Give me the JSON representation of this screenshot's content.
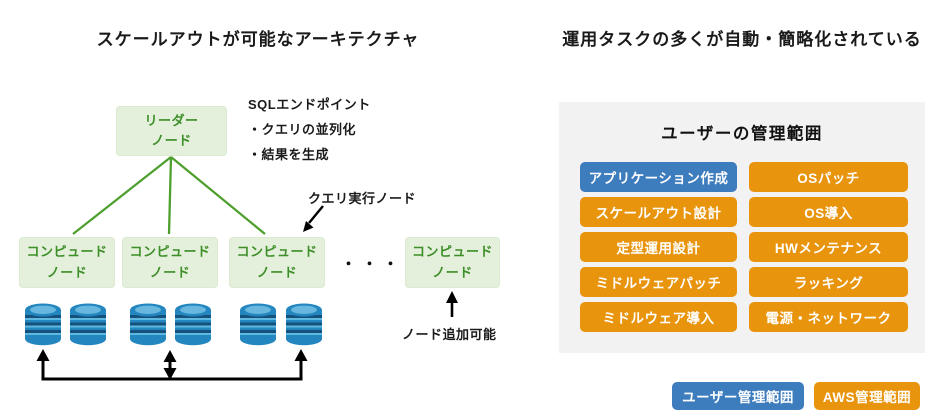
{
  "left": {
    "title": "スケールアウトが可能なアーキテクチャ",
    "leader_node_label": "リーダー\nノード",
    "endpoint_info": {
      "line1": "SQLエンドポイント",
      "line2": "・クエリの並列化",
      "line3": "・結果を生成"
    },
    "query_exec_label": "クエリ実行ノード",
    "compute_nodes": [
      {
        "label": "コンピュード\nノード"
      },
      {
        "label": "コンピュード\nノード"
      },
      {
        "label": "コンピュード\nノード"
      },
      {
        "label": "コンピュード\nノード"
      }
    ],
    "ellipsis": "・・・",
    "node_add_label": "ノード追加可能"
  },
  "right": {
    "title": "運用タスクの多くが自動・簡略化されている",
    "panel_heading": "ユーザーの管理範囲",
    "tasks": [
      {
        "label": "アプリケーション作成",
        "owner": "user"
      },
      {
        "label": "OSパッチ",
        "owner": "aws"
      },
      {
        "label": "スケールアウト設計",
        "owner": "aws"
      },
      {
        "label": "OS導入",
        "owner": "aws"
      },
      {
        "label": "定型運用設計",
        "owner": "aws"
      },
      {
        "label": "HWメンテナンス",
        "owner": "aws"
      },
      {
        "label": "ミドルウェアパッチ",
        "owner": "aws"
      },
      {
        "label": "ラッキング",
        "owner": "aws"
      },
      {
        "label": "ミドルウェア導入",
        "owner": "aws"
      },
      {
        "label": "電源・ネットワーク",
        "owner": "aws"
      }
    ],
    "legend": [
      {
        "label": "ユーザー管理範囲",
        "owner": "user"
      },
      {
        "label": "AWS管理範囲",
        "owner": "aws"
      }
    ]
  },
  "colors": {
    "user_blue": "#3d7cbd",
    "aws_orange": "#e8940d",
    "node_green_bg": "#e4f0db",
    "node_green_text": "#3c8e27",
    "line_green": "#4ea02e",
    "panel_gray": "#f2f2f2",
    "cylinder_blue": "#2486bf"
  }
}
